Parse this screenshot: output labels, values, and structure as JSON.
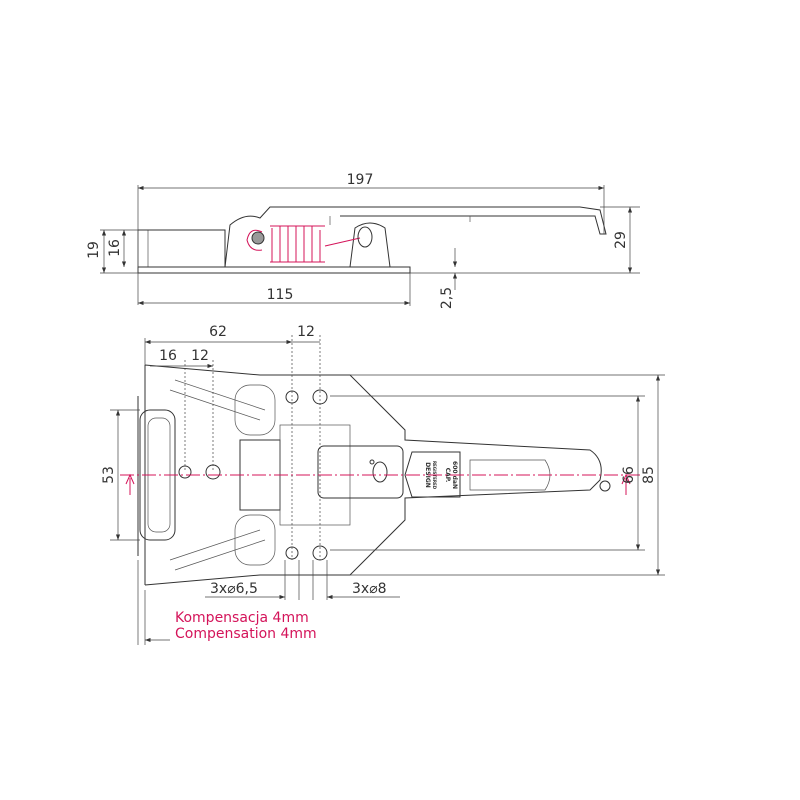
{
  "side_view": {
    "overall_length": "197",
    "base_length": "115",
    "height_total": "29",
    "height_block": "19",
    "height_inner": "16",
    "base_thickness": "2,5"
  },
  "top_view": {
    "dim_62": "62",
    "dim_12_top": "12",
    "dim_16": "16",
    "dim_12_left": "12",
    "width_53": "53",
    "width_66": "66",
    "width_85": "85",
    "holes_small": "3x⌀6,5",
    "holes_large": "3x⌀8",
    "plate_text_1": "DESIGN",
    "plate_text_2": "REGISTERED",
    "cap_text_1": "CAP.",
    "cap_text_2": "600 daN"
  },
  "compensation": {
    "line_pl": "Kompensacja 4mm",
    "line_en": "Compensation 4mm"
  },
  "colors": {
    "accent": "#d4145a",
    "line": "#333333"
  }
}
